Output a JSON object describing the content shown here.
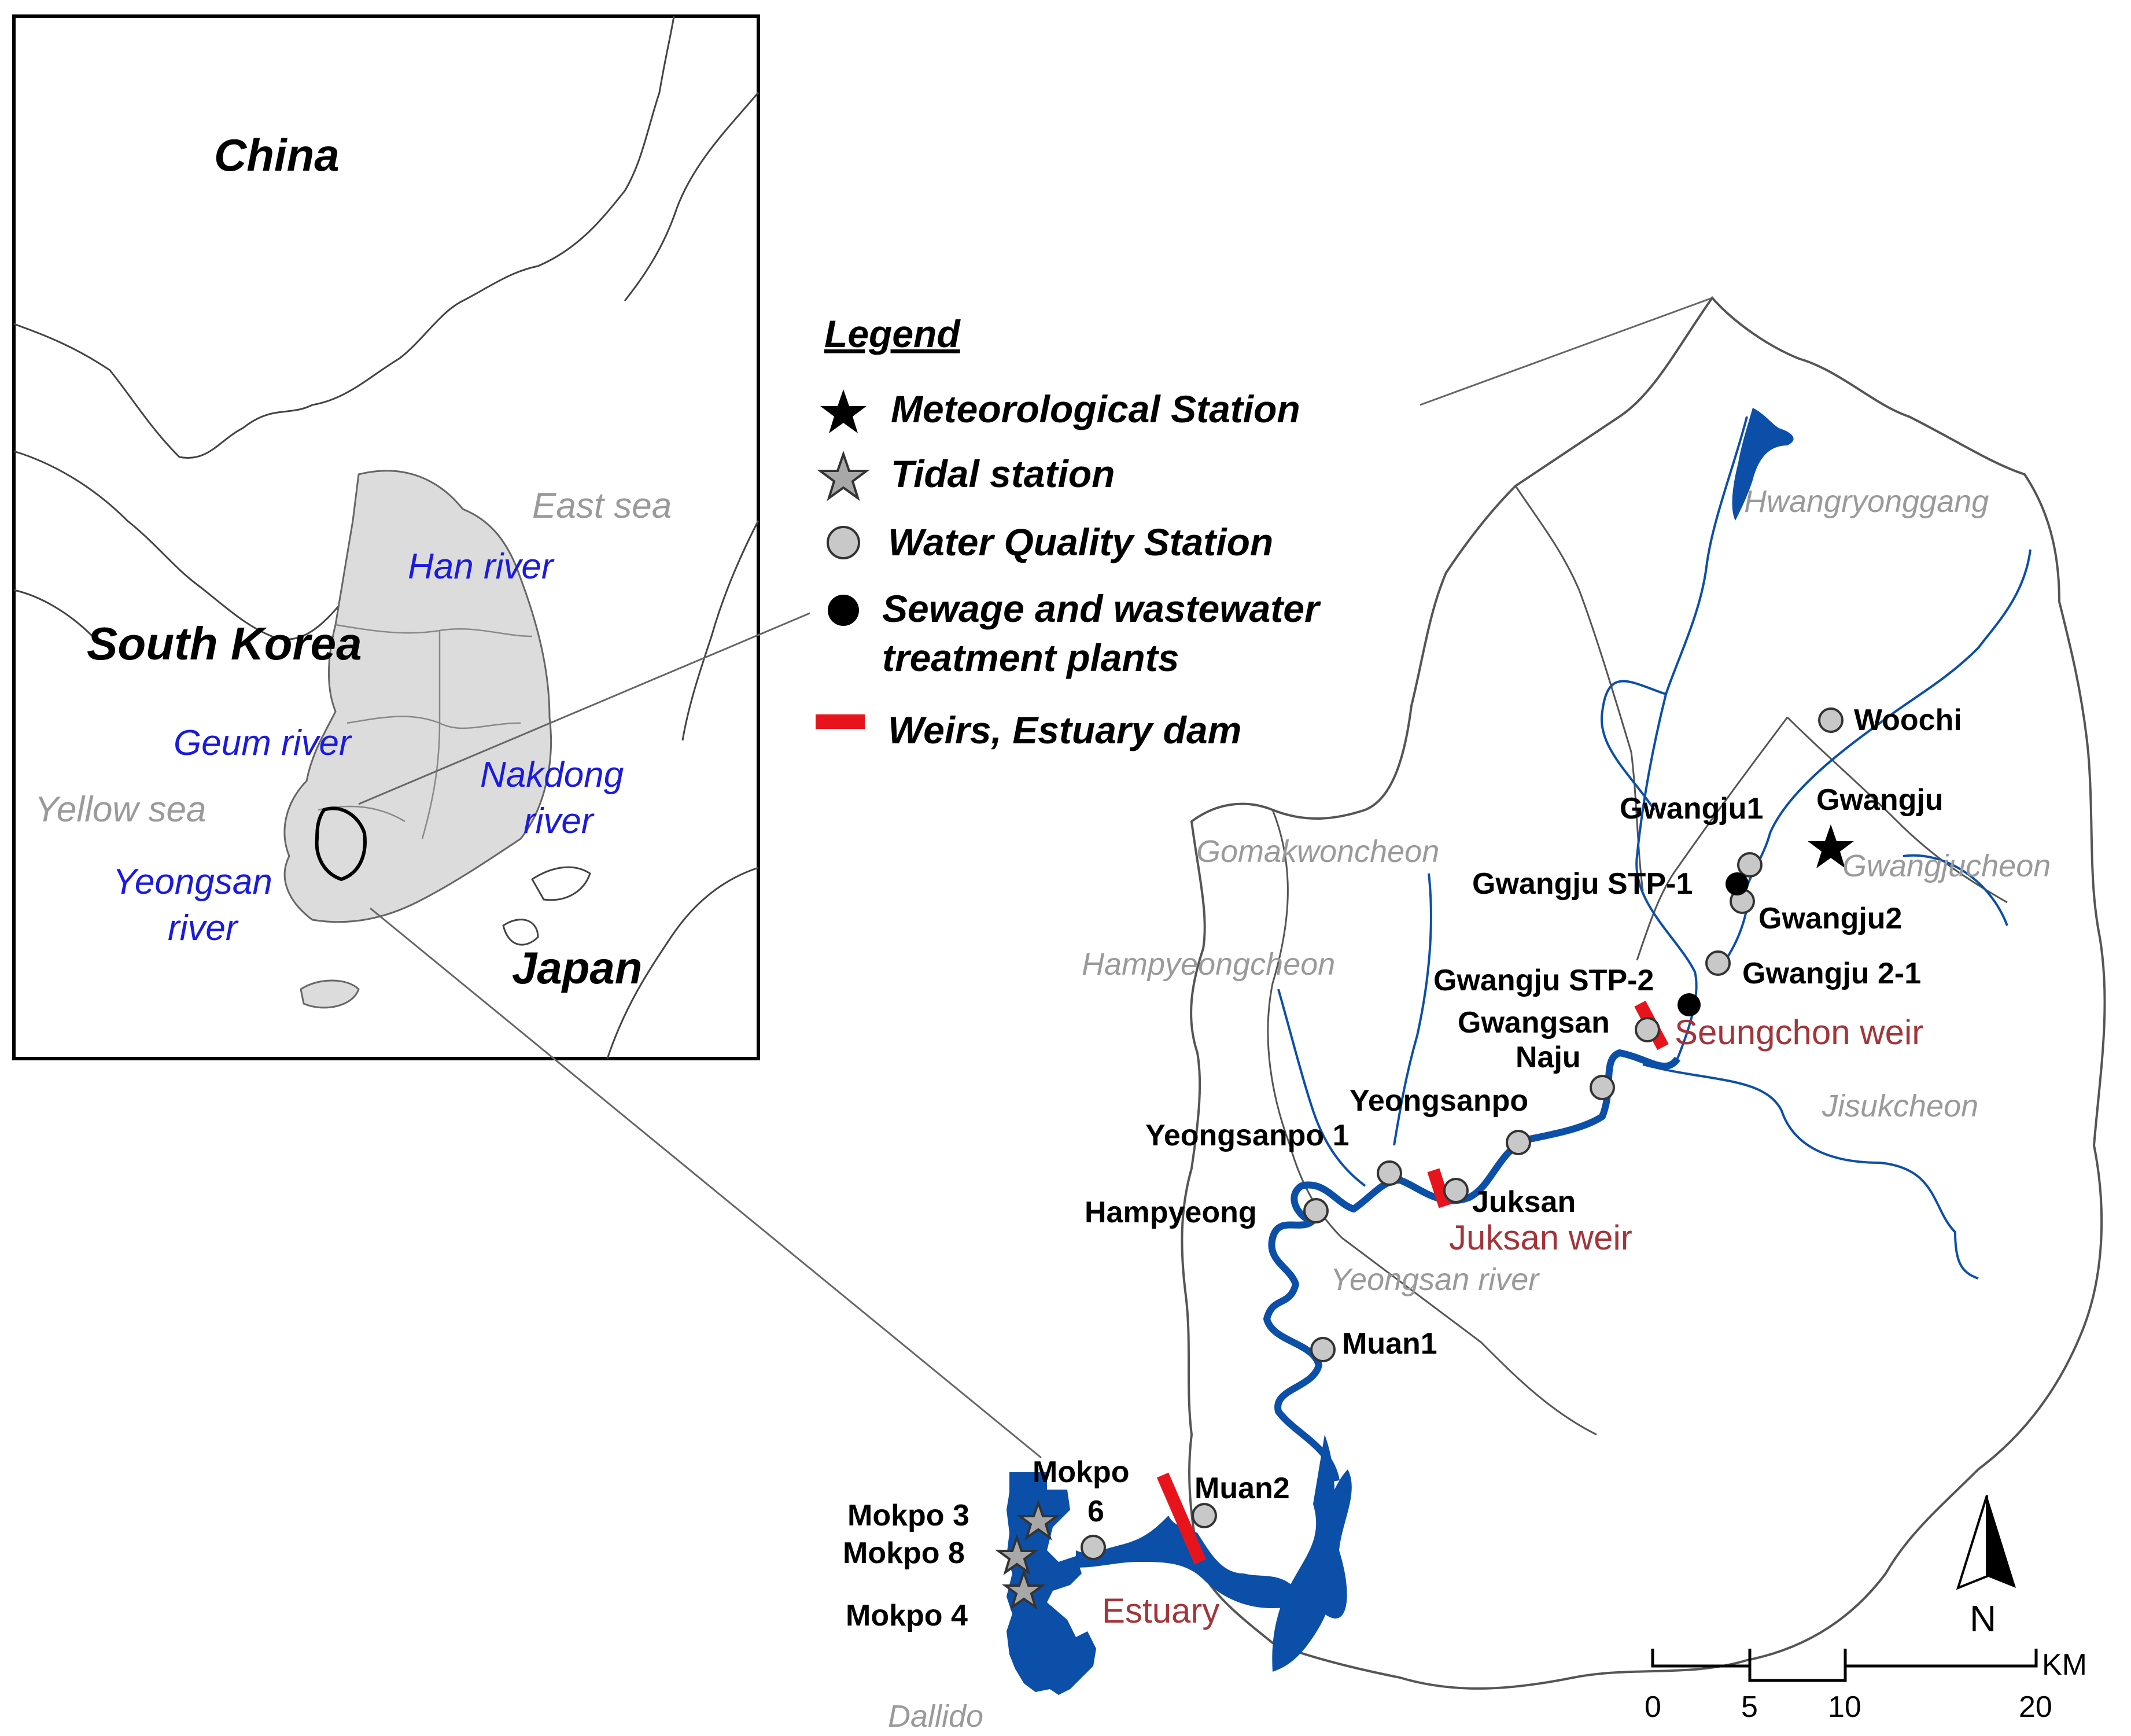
{
  "inset": {
    "labels": {
      "china": "China",
      "east_sea": "East sea",
      "han_river": "Han river",
      "south_korea": "South Korea",
      "geum_river": "Geum river",
      "nakdong_river_line1": "Nakdong",
      "nakdong_river_line2": "river",
      "yellow_sea": "Yellow sea",
      "yeongsan_river_line1": "Yeongsan",
      "yeongsan_river_line2": "river",
      "japan": "Japan"
    }
  },
  "legend": {
    "title": "Legend",
    "items": {
      "meteorological": "Meteorological Station",
      "tidal": "Tidal station",
      "water_quality": "Water Quality Station",
      "stp_line1": "Sewage and wastewater",
      "stp_line2": "treatment plants",
      "weir": "Weirs, Estuary dam"
    }
  },
  "stations": {
    "woochi": "Woochi",
    "gwangju": "Gwangju",
    "gwangju1": "Gwangju1",
    "gwangju_stp1": "Gwangju STP-1",
    "gwangju2": "Gwangju2",
    "gwangju_stp2": "Gwangju STP-2",
    "gwangju_2_1": "Gwangju 2-1",
    "gwangsan": "Gwangsan",
    "naju": "Naju",
    "yeongsanpo": "Yeongsanpo",
    "yeongsanpo1": "Yeongsanpo 1",
    "hampyeong": "Hampyeong",
    "juksan": "Juksan",
    "muan1": "Muan1",
    "muan2": "Muan2",
    "mokpo_line1": "Mokpo",
    "mokpo_line2": "6",
    "mokpo3": "Mokpo 3",
    "mokpo8": "Mokpo 8",
    "mokpo4": "Mokpo 4"
  },
  "streams": {
    "hwangryonggang": "Hwangryonggang",
    "gwangjucheon": "Gwangjucheon",
    "gomakwoncheon": "Gomakwoncheon",
    "hampyeongcheon": "Hampyeongcheon",
    "jisukcheon": "Jisukcheon",
    "yeongsan_river": "Yeongsan river",
    "dallido": "Dallido"
  },
  "weirs": {
    "seungchon": "Seungchon weir",
    "juksan": "Juksan weir",
    "estuary": "Estuary"
  },
  "north_arrow": "N",
  "scale_bar": {
    "ticks": [
      "0",
      "5",
      "10",
      "20"
    ],
    "unit": "KM"
  },
  "colors": {
    "river": "#0b4fa8",
    "weir": "#e8141c",
    "weir_label": "#a3353a",
    "blue_label": "#1a1ae0",
    "grey_label": "#9a9a9a",
    "korea_fill": "#dcdcdc",
    "station_fill": "#c8c8c8"
  }
}
